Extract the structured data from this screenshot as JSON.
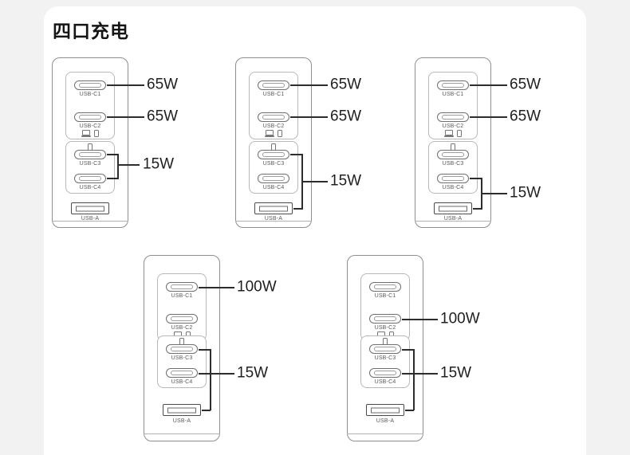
{
  "title": "四口充电",
  "chargers": [
    {
      "combo": "C1+C2+C3+C4",
      "ports": {
        "c1": "USB-C1",
        "c2": "USB-C2",
        "c3": "USB-C3",
        "c4": "USB-C4",
        "a": "USB-A"
      },
      "callouts": {
        "c1": "65W",
        "c2": "65W",
        "shared": "15W"
      },
      "shared_group": "USB-C3 + USB-C4"
    },
    {
      "combo": "C1+C2+C3+A",
      "ports": {
        "c1": "USB-C1",
        "c2": "USB-C2",
        "c3": "USB-C3",
        "c4": "USB-C4",
        "a": "USB-A"
      },
      "callouts": {
        "c1": "65W",
        "c2": "65W",
        "shared": "15W"
      },
      "shared_group": "USB-C3 + USB-A"
    },
    {
      "combo": "C1+C2+C4+A",
      "ports": {
        "c1": "USB-C1",
        "c2": "USB-C2",
        "c3": "USB-C3",
        "c4": "USB-C4",
        "a": "USB-A"
      },
      "callouts": {
        "c1": "65W",
        "c2": "65W",
        "shared": "15W"
      },
      "shared_group": "USB-C4 + USB-A"
    },
    {
      "combo": "C1+C3+C4+A",
      "ports": {
        "c1": "USB-C1",
        "c2": "USB-C2",
        "c3": "USB-C3",
        "c4": "USB-C4",
        "a": "USB-A"
      },
      "callouts": {
        "c1": "100W",
        "shared": "15W"
      },
      "shared_group": "USB-C3 + USB-C4 + USB-A"
    },
    {
      "combo": "C2+C3+C4+A",
      "ports": {
        "c1": "USB-C1",
        "c2": "USB-C2",
        "c3": "USB-C3",
        "c4": "USB-C4",
        "a": "USB-A"
      },
      "callouts": {
        "c2": "100W",
        "shared": "15W"
      },
      "shared_group": "USB-C3 + USB-C4 + USB-A"
    }
  ]
}
